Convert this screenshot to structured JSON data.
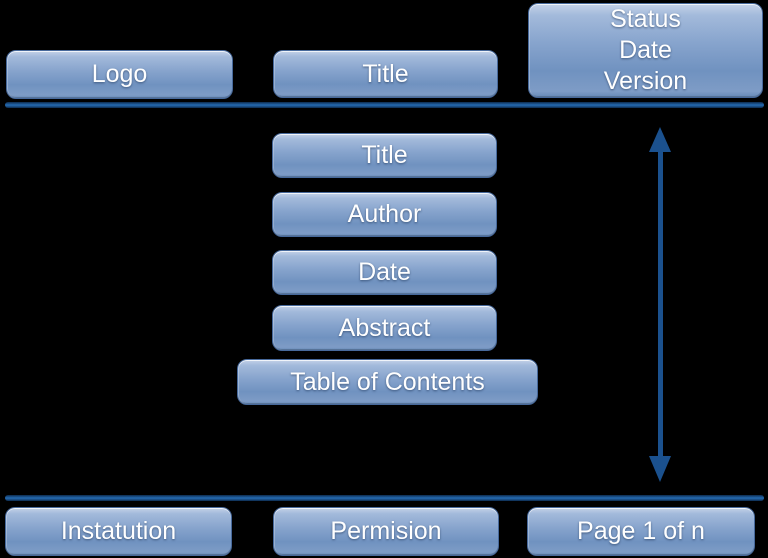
{
  "colors": {
    "background": "#000000",
    "box-light": "#c4d2e8",
    "box-dark": "#7092c0",
    "box-border": "#47699b",
    "box-text": "#ffffff",
    "line-core": "#2264a7",
    "line-edge": "#0d2a4c",
    "arrow": "#1b518e"
  },
  "header": {
    "logo_label": "Logo",
    "title_label": "Title",
    "status_lines": [
      "Status",
      "Date",
      "Version"
    ]
  },
  "main": {
    "boxes": [
      {
        "label": "Title"
      },
      {
        "label": "Author"
      },
      {
        "label": "Date"
      },
      {
        "label": "Abstract"
      },
      {
        "label": "Table of Contents"
      }
    ]
  },
  "footer": {
    "institution_label": "Instatution",
    "permission_label": "Permision",
    "page_label": "Page 1 of n"
  }
}
